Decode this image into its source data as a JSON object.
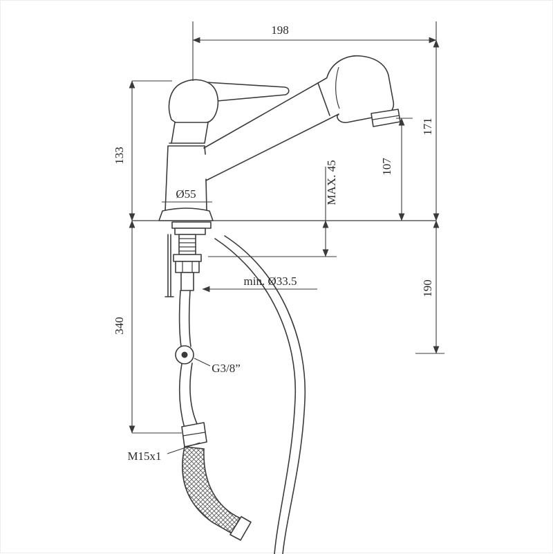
{
  "canvas": {
    "background": "#ffffff",
    "line_color": "#3a3a3a",
    "text_color": "#2b2b2b"
  },
  "drawing": {
    "dimensions": {
      "spout_reach": "198",
      "total_height": "171",
      "outlet_height": "107",
      "body_height": "133",
      "base_diameter": "Ø55",
      "max_deck_thickness": "MAX. 45",
      "under_deck_height": "190",
      "min_hole_diameter": "min. Ø33.5",
      "hose_drop": "340",
      "supply_connection": "G3/8”",
      "hose_connection": "M15x1"
    }
  }
}
